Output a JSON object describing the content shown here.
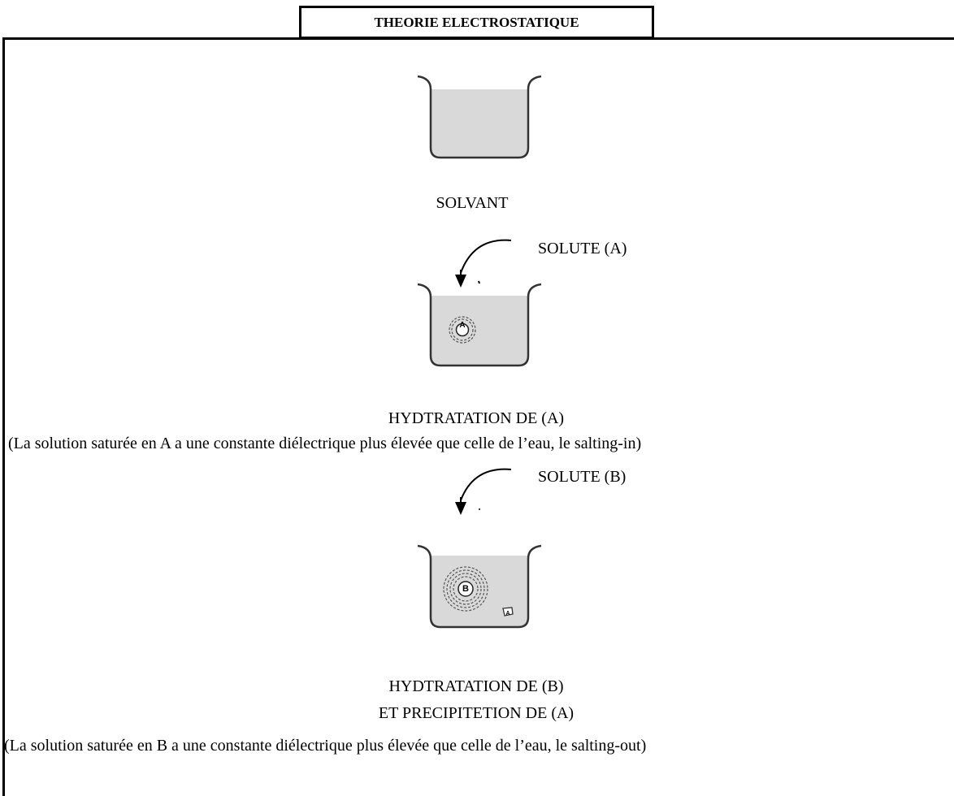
{
  "title": "THEORIE ELECTROSTATIQUE",
  "stage1": {
    "label": "SOLVANT"
  },
  "stage2": {
    "solute_label": "SOLUTE (A)",
    "particle": "A",
    "caption": "HYDTRATATION DE (A)",
    "note": "(La solution saturée en A a une constante diélectrique plus élevée que celle de l’eau, le salting-in)"
  },
  "stage3": {
    "solute_label": "SOLUTE (B)",
    "particle": "B",
    "precipitate": "A",
    "caption_line1": "HYDTRATATION DE (B)",
    "caption_line2": "ET PRECIPITETION DE (A)",
    "note": "(La solution saturée en B a une constante diélectrique plus élevée que celle de l’eau, le salting-out)"
  }
}
